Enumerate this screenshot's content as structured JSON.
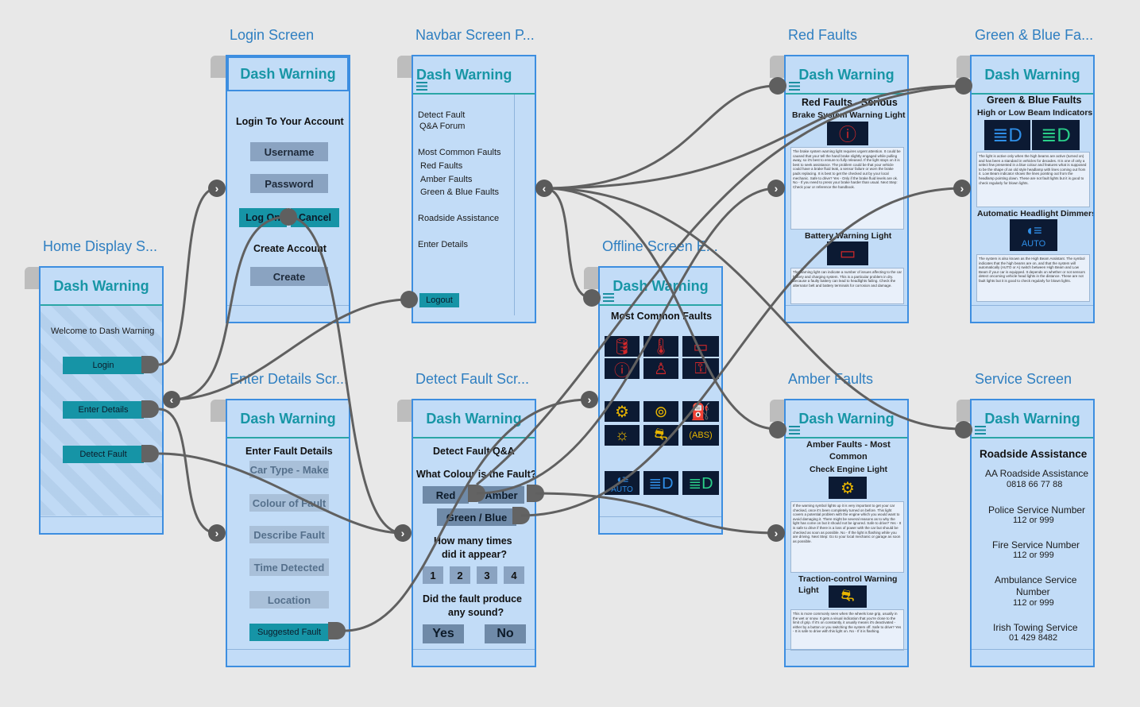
{
  "app_name": "Dash Warning",
  "screens": {
    "home": {
      "title": "Home Display S...",
      "welcome": "Welcome to Dash Warning",
      "buttons": [
        "Login",
        "Enter Details",
        "Detect Fault"
      ]
    },
    "login": {
      "title": "Login Screen",
      "heading": "Login To Your Account",
      "username": "Username",
      "password": "Password",
      "login_btn": "Log On",
      "cancel_btn": "Cancel",
      "create_label": "Create Account",
      "create_btn": "Create"
    },
    "navbar": {
      "title": "Navbar Screen P...",
      "items": [
        "Detect Fault",
        "Q&A Forum",
        "Most Common Faults",
        "Red Faults",
        "Amber Faults",
        "Green & Blue Faults",
        "Roadside Assistance",
        "Enter Details"
      ],
      "logout": "Logout"
    },
    "offline": {
      "title": "Offline Screen E...",
      "heading": "Most Common Faults",
      "auto_label": "AUTO"
    },
    "red": {
      "title": "Red Faults",
      "heading": "Red Faults - Serious",
      "sub1": "Brake System Warning Light",
      "sub2": "Battery Warning Light"
    },
    "green": {
      "title": "Green & Blue Fa...",
      "heading": "Green & Blue Faults",
      "sub1": "High or Low Beam Indicators",
      "sub2": "Automatic Headlight Dimmers",
      "auto_label": "AUTO"
    },
    "enter": {
      "title": "Enter Details Scr...",
      "heading": "Enter Fault Details",
      "fields": [
        "Car Type - Make",
        "Colour of Fault",
        "Describe Fault",
        "Time Detected",
        "Location"
      ],
      "suggested": "Suggested Fault"
    },
    "detect": {
      "title": "Detect Fault Scr...",
      "heading": "Detect Fault Q&A",
      "q1": "What Colour is the Fault?",
      "colours": [
        "Red",
        "Amber",
        "Green / Blue"
      ],
      "q2a": "How many times",
      "q2b": "did it appear?",
      "counts": [
        "1",
        "2",
        "3",
        "4"
      ],
      "q3a": "Did the fault produce",
      "q3b": "any sound?",
      "yes": "Yes",
      "no": "No"
    },
    "amber": {
      "title": "Amber Faults",
      "heading1": "Amber Faults - Most",
      "heading2": "Common",
      "sub1": "Check Engine Light",
      "sub2a": "Traction-control Warning",
      "sub2b": "Light"
    },
    "service": {
      "title": "Service Screen",
      "heading": "Roadside Assistance",
      "entries": [
        {
          "line1": "AA Roadside Assistance",
          "line2": "0818 66 77 88"
        },
        {
          "line1": "Police Service Number",
          "line2": "112 or 999"
        },
        {
          "line1": "Fire Service Number",
          "line2": "112 or 999"
        },
        {
          "line1": "Ambulance Service",
          "line2": "Number",
          "line3": "112 or 999"
        },
        {
          "line1": "Irish Towing Service",
          "line2": "01 429 8482"
        }
      ]
    }
  },
  "icons": {
    "nav_arrow": "chevron-right-icon",
    "back_arrow": "chevron-left-icon",
    "menu": "hamburger-icon"
  },
  "colors": {
    "screen_bg": "#c2dcf7",
    "screen_border": "#3d8ee0",
    "brand_teal": "#1896a6",
    "wire": "#5f5f5f",
    "canvas": "#e8e8e8"
  }
}
